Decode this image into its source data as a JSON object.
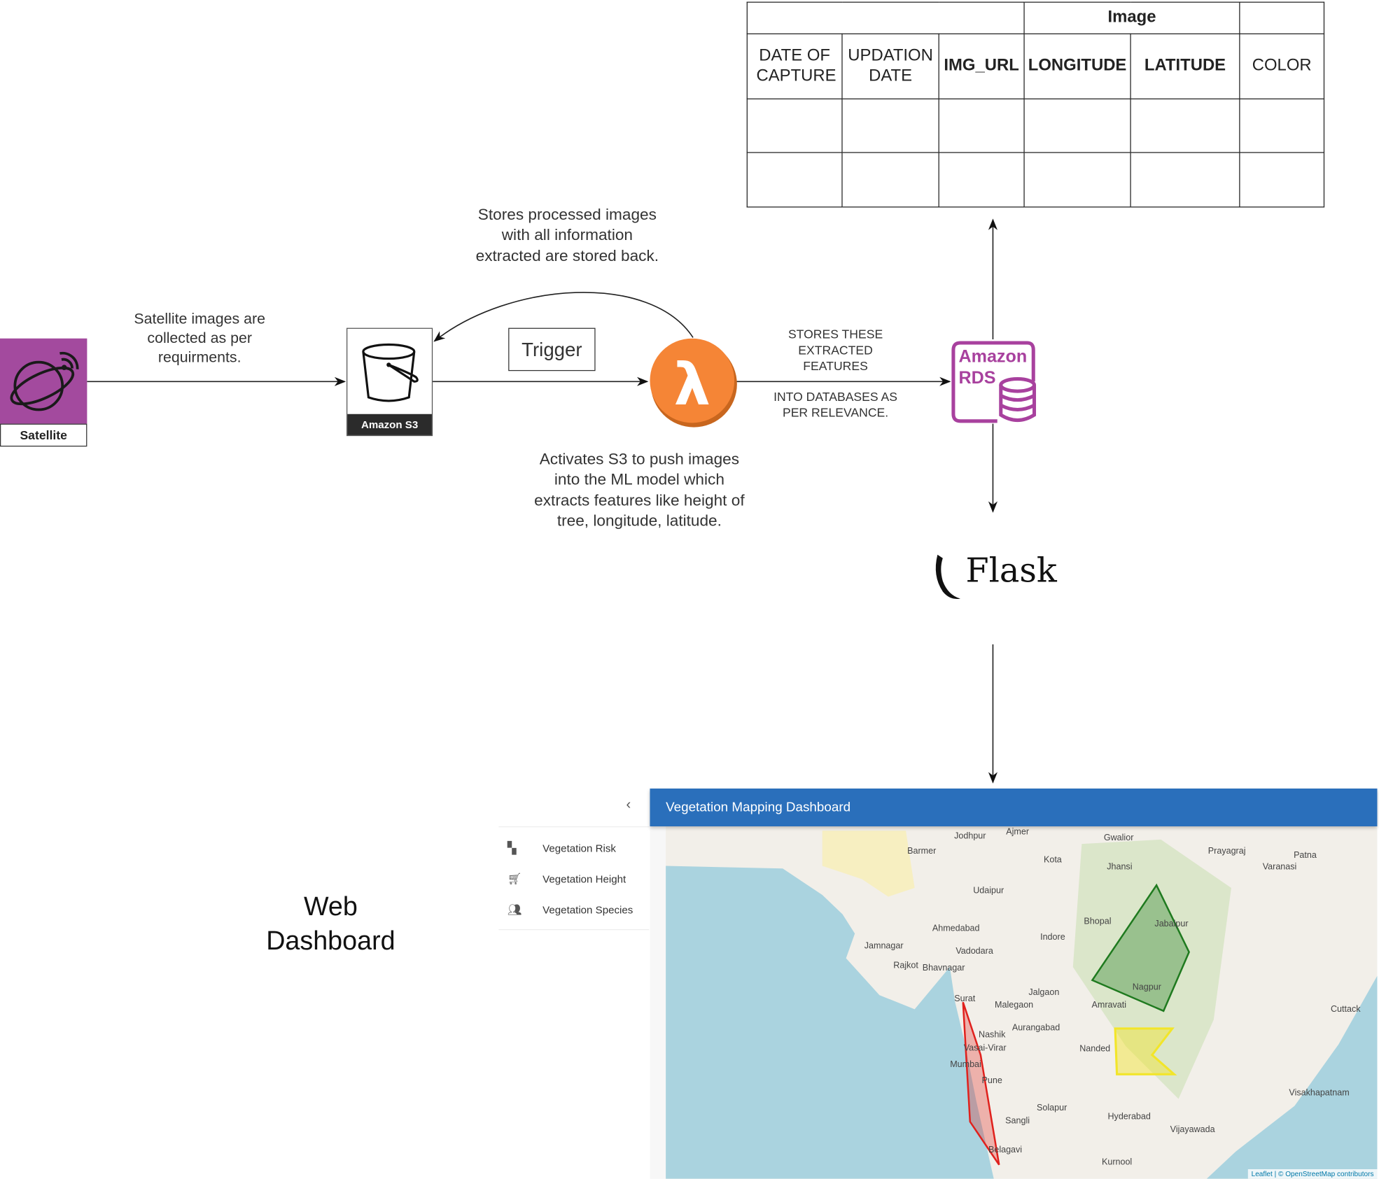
{
  "satellite": {
    "label": "Satellite",
    "caption": "Satellite images are collected as per requirments."
  },
  "s3": {
    "label": "Amazon S3"
  },
  "store_back_caption": "Stores processed images with all information extracted are stored back.",
  "trigger_label": "Trigger",
  "lambda": {
    "icon": "lambda-icon",
    "caption": "Activates S3 to push images into the ML model which extracts features like height of tree, longitude, latitude."
  },
  "stores_caption_top": "STORES THESE EXTRACTED FEATURES",
  "stores_caption_bottom": "INTO DATABASES AS PER RELEVANCE.",
  "rds": {
    "line1": "Amazon",
    "line2": "RDS"
  },
  "flask": {
    "label": "Flask"
  },
  "table": {
    "group_header": "Image",
    "columns": [
      "DATE OF CAPTURE",
      "UPDATION DATE",
      "IMG_URL",
      "LONGITUDE",
      "LATITUDE",
      "COLOR"
    ]
  },
  "web_dashboard_label": "Web Dashboard",
  "dashboard": {
    "title": "Vegetation Mapping Dashboard",
    "collapse_icon": "chevron-left-icon",
    "nav": [
      {
        "label": "Vegetation Risk",
        "icon": "dashboard-icon"
      },
      {
        "label": "Vegetation Height",
        "icon": "cart-icon"
      },
      {
        "label": "Vegetation Species",
        "icon": "people-icon"
      }
    ],
    "attribution": "Leaflet | © OpenStreetMap contributors",
    "map_labels": [
      "Jodhpur",
      "Ajmer",
      "Gwalior",
      "Prayagraj",
      "Patna",
      "Varanasi",
      "Barmer",
      "Kota",
      "Jhansi",
      "Udaipur",
      "Bhopal",
      "Jabalpur",
      "Ahmedabad",
      "Indore",
      "Jamnagar",
      "Vadodara",
      "Rajkot",
      "Bhavnagar",
      "Nagpur",
      "Surat",
      "Malegaon",
      "Jalgaon",
      "Amravati",
      "Cuttack",
      "Nashik",
      "Aurangabad",
      "Nanded",
      "Vasai-Virar",
      "Mumbai",
      "Pune",
      "Solapur",
      "Visakhapatnam",
      "Hyderabad",
      "Sangli",
      "Vijayawada",
      "Belagavi",
      "Kurnool"
    ],
    "zone_colors": {
      "green": "#1f7a1f",
      "red": "#e0211d",
      "yellow": "#f2e52a"
    }
  },
  "colors": {
    "satellite": "#a34a9e",
    "lambda": "#f58536",
    "rds": "#a8419e",
    "header": "#2a6fbb"
  }
}
